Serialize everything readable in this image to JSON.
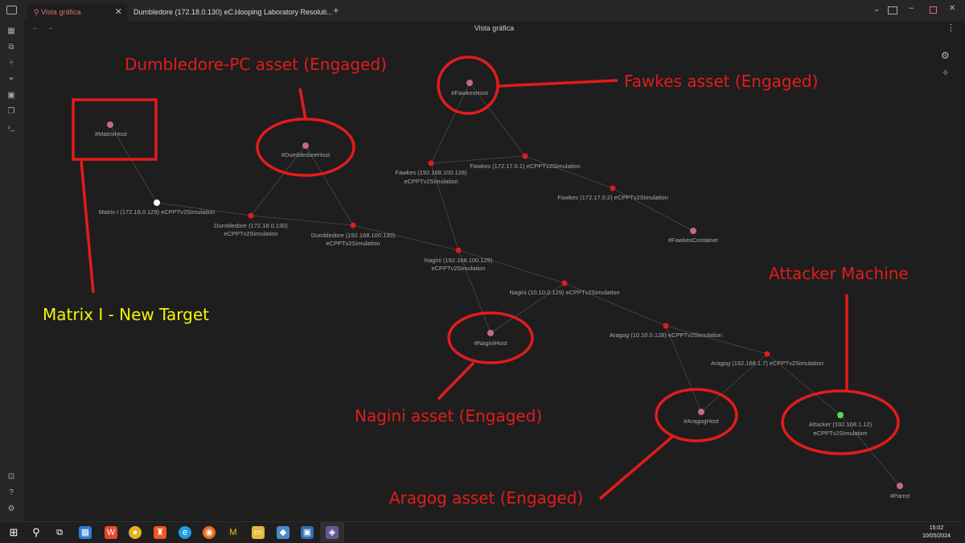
{
  "tabs": [
    {
      "label": "Vista gráfica",
      "active": true
    },
    {
      "label": "Dumbledore (172.18.0.130) eC..."
    },
    {
      "label": "Hooping Laboratory Resoluti..."
    }
  ],
  "view_title": "Vista gráfica",
  "nodes": {
    "fawkes_host": "#FawkesHost",
    "matrix_host": "#MatrixHost",
    "dumbledore_host": "#DumbledoreHost",
    "fawkes_100": [
      "Fawkes (192.168.100.128)",
      "eCPPTv2Simulation"
    ],
    "fawkes_17_1": "Fawkes (172.17.0.1) eCPPTv2Simulation",
    "fawkes_17_2": "Fawkes (172.17.0.2) eCPPTv2Simulation",
    "fawkes_container": "#FawkesContainer",
    "matrix_i": "Matrix I (172.18.0.129) eCPPTv2Simulation",
    "dumbledore_18": [
      "Dumbledore (172.18.0.130)",
      "eCPPTv2Simulation"
    ],
    "dumbledore_100": [
      "Dumbledore (192.168.100.130)",
      "eCPPTv2Simulation"
    ],
    "nagini_100": [
      "Nagini (192.168.100.129)",
      "eCPPTv2Simulation"
    ],
    "nagini_10": "Nagini (10.10.0.129) eCPPTv2Simulation",
    "nagini_host": "#NaginiHost",
    "aragog_10": "Aragog (10.10.0.128) eCPPTv2Simulation",
    "aragog_1": "Aragog (192.168.1.7) eCPPTv2Simulation",
    "aragog_host": "#AragogHost",
    "attacker": [
      "Attacker (192.168.1.12)",
      "eCPPTv2Simulation"
    ],
    "parrot": "#Parrot"
  },
  "annotations": {
    "dumbledore": "Dumbledore-PC asset (Engaged)",
    "fawkes": "Fawkes asset (Engaged)",
    "matrix": "Matrix I - New Target",
    "attacker": "Attacker Machine",
    "nagini": "Nagini asset (Engaged)",
    "aragog": "Aragog asset (Engaged)"
  },
  "colors": {
    "background": "#1e1e1e",
    "node_tag": "#c56b78",
    "node_page": "#e21c1c",
    "node_current": "#ffffff",
    "node_attacker": "#5bd25b",
    "annotation_red": "#e21c1c",
    "annotation_yellow": "#f4f40a"
  },
  "clock": {
    "time": "15:02",
    "date": "10/05/2024"
  }
}
